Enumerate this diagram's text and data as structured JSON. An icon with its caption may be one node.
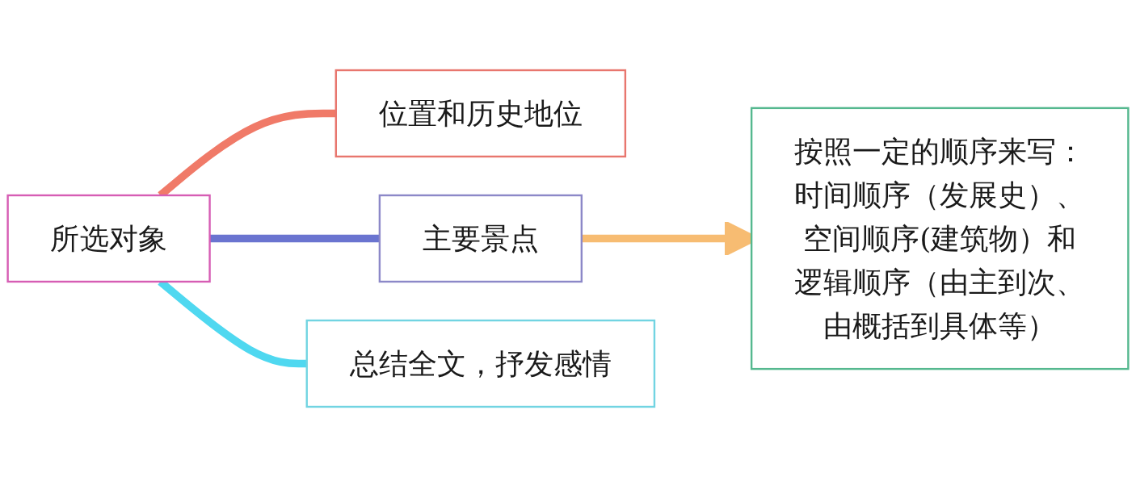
{
  "diagram": {
    "nodes": [
      {
        "text": [
          "所选对象"
        ]
      },
      {
        "text": [
          "位置和历史地位"
        ]
      },
      {
        "text": [
          "主要景点"
        ]
      },
      {
        "text": [
          "总结全文，抒发感情"
        ]
      },
      {
        "text": [
          "按照一定的顺序来写：时间顺序（发展史）、空间顺序(建筑物）和逻辑顺序（由主到次、由概括到具体等）"
        ]
      }
    ],
    "edges": [
      {
        "from": 0,
        "to": 1,
        "arrow": "none",
        "color": "#f07a68"
      },
      {
        "from": 0,
        "to": 2,
        "arrow": "none",
        "color": "#6a74d0"
      },
      {
        "from": 0,
        "to": 3,
        "arrow": "none",
        "color": "#4fd8f0"
      },
      {
        "from": 2,
        "to": 4,
        "arrow": "to",
        "color": "#f7bc72"
      }
    ]
  }
}
